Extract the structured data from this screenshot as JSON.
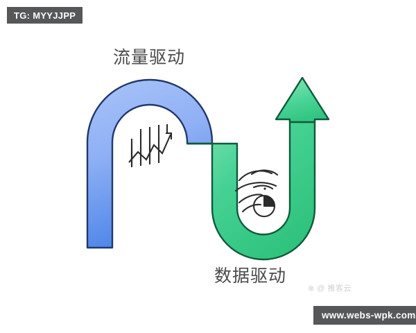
{
  "badges": {
    "telegram": "TG: MYYJJPP",
    "website": "www.webs-wpk.com"
  },
  "watermark": {
    "faint_text": "⊗ @ 推客云"
  },
  "labels": {
    "top": "流量驱动",
    "bottom": "数据驱动"
  },
  "icons": {
    "growth_chart": "bar-trend-chart-icon",
    "pie_speed": "pie-chart-speed-icon",
    "arrow_head": "arrow-up-icon"
  },
  "colors": {
    "blue_light": "#9FBDF7",
    "blue_mid": "#7FA5F2",
    "blue_deep": "#4E86E8",
    "green_light": "#6FE0A8",
    "green_mid": "#3ECF8E",
    "green_deep": "#2FC47E",
    "outline_blue": "#1F3864",
    "outline_green": "#0F4F33",
    "badge_bg": "#555759",
    "badge_text": "#ffffff",
    "label_text": "#4a4a4a",
    "icon_stroke": "#2b2b2b",
    "background": "#ffffff"
  },
  "diagram": {
    "type": "s-curve-flow",
    "description": "Blue inverted-U arch flowing into a green U-bend ending in an upward arrow",
    "segments": [
      {
        "name": "blue-arch",
        "label": "流量驱动",
        "color": "#7FA5F2"
      },
      {
        "name": "green-bend",
        "label": "数据驱动",
        "color": "#3ECF8E"
      }
    ]
  }
}
